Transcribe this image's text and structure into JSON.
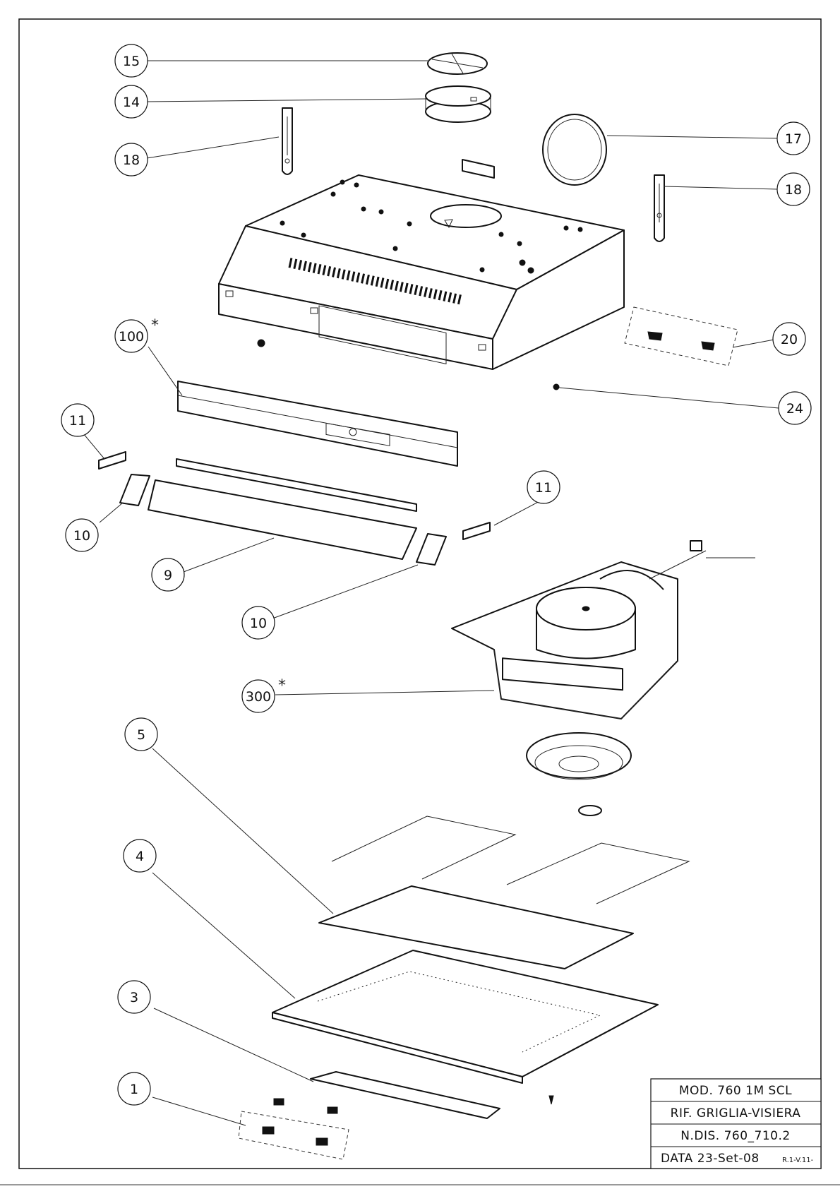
{
  "callouts": [
    {
      "label": "15"
    },
    {
      "label": "14"
    },
    {
      "label": "18"
    },
    {
      "label": "17"
    },
    {
      "label": "18"
    },
    {
      "label": "100"
    },
    {
      "label": "20"
    },
    {
      "label": "24"
    },
    {
      "label": "11"
    },
    {
      "label": "10"
    },
    {
      "label": "11"
    },
    {
      "label": "9"
    },
    {
      "label": "10"
    },
    {
      "label": "300"
    },
    {
      "label": "5"
    },
    {
      "label": "4"
    },
    {
      "label": "3"
    },
    {
      "label": "1"
    }
  ],
  "marks": {
    "asterisk": "*"
  },
  "title_block": {
    "model": "MOD. 760 1M SCL",
    "reference": "RIF. GRIGLIA-VISIERA",
    "drawing_no": "N.DIS. 760_710.2",
    "date": "DATA 23-Set-08",
    "revision": "R.1-V.11-"
  }
}
